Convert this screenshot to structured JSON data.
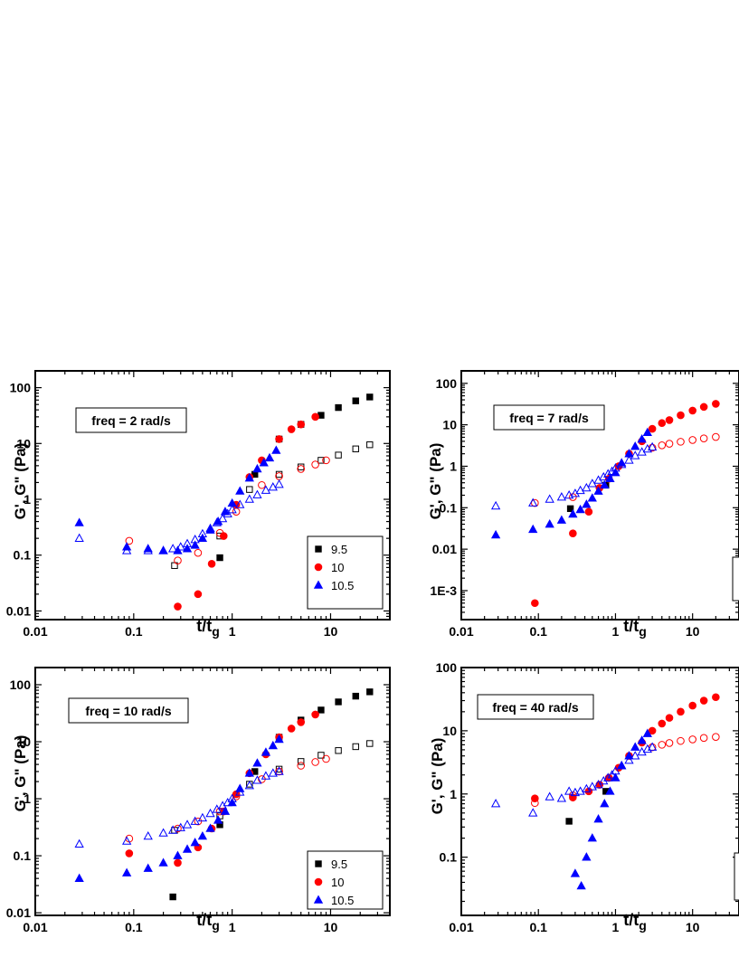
{
  "colors": {
    "s95": "#000000",
    "s10": "#ff0000",
    "s105": "#0000ff",
    "frame": "#000000"
  },
  "chart_data": [
    {
      "type": "scatter",
      "annotation": "freq = 2 rad/s",
      "xlabel": "t/t",
      "xlabel_sub": "g",
      "ylabel": "G', G\" (Pa)",
      "xscale": "log",
      "yscale": "log",
      "xlim": [
        0.01,
        40
      ],
      "ylim": [
        0.007,
        200
      ],
      "xticks": [
        {
          "v": 0.01,
          "label": "0.01"
        },
        {
          "v": 0.1,
          "label": "0.1"
        },
        {
          "v": 1,
          "label": "1"
        },
        {
          "v": 10,
          "label": "10"
        }
      ],
      "yticks": [
        {
          "v": 0.01,
          "label": "0.01"
        },
        {
          "v": 0.1,
          "label": "0.1"
        },
        {
          "v": 1,
          "label": "1"
        },
        {
          "v": 10,
          "label": "10"
        },
        {
          "v": 100,
          "label": "100"
        }
      ],
      "legend": {
        "position": "bottom-right",
        "entries": [
          "9.5",
          "10",
          "10.5"
        ]
      },
      "series": [
        {
          "name": "9.5",
          "marker": "square",
          "modulus": "G'",
          "color": "#000000",
          "filled": true,
          "x": [
            0.75,
            1.7,
            3,
            5,
            8,
            12,
            18,
            25
          ],
          "y": [
            0.09,
            2.8,
            12,
            22,
            32,
            44,
            58,
            68
          ]
        },
        {
          "name": "9.5",
          "marker": "square",
          "modulus": "G\"",
          "color": "#000000",
          "filled": false,
          "x": [
            0.26,
            0.75,
            1.5,
            3,
            5,
            8,
            12,
            18,
            25
          ],
          "y": [
            0.065,
            0.22,
            1.5,
            2.8,
            3.8,
            5,
            6.2,
            8,
            9.5
          ]
        },
        {
          "name": "10",
          "marker": "circle",
          "modulus": "G'",
          "color": "#ff0000",
          "filled": true,
          "x": [
            0.28,
            0.45,
            0.62,
            0.82,
            1.1,
            1.5,
            2,
            3,
            4,
            5,
            7
          ],
          "y": [
            0.012,
            0.02,
            0.07,
            0.22,
            0.8,
            2.5,
            5,
            12,
            18,
            22,
            30
          ]
        },
        {
          "name": "10",
          "marker": "circle",
          "modulus": "G\"",
          "color": "#ff0000",
          "filled": false,
          "x": [
            0.09,
            0.28,
            0.45,
            0.75,
            1.1,
            2,
            3,
            5,
            7,
            9
          ],
          "y": [
            0.18,
            0.08,
            0.11,
            0.25,
            0.6,
            1.8,
            2.6,
            3.5,
            4.2,
            5
          ]
        },
        {
          "name": "10.5",
          "marker": "triangle",
          "modulus": "G'",
          "color": "#0000ff",
          "filled": true,
          "x": [
            0.028,
            0.085,
            0.14,
            0.2,
            0.28,
            0.35,
            0.42,
            0.5,
            0.6,
            0.72,
            0.85,
            1,
            1.2,
            1.5,
            1.8,
            2.1,
            2.4,
            2.8
          ],
          "y": [
            0.38,
            0.14,
            0.13,
            0.12,
            0.12,
            0.13,
            0.15,
            0.2,
            0.28,
            0.4,
            0.6,
            0.85,
            1.4,
            2.4,
            3.5,
            4.5,
            5.5,
            7.5
          ]
        },
        {
          "name": "10.5",
          "marker": "triangle",
          "modulus": "G\"",
          "color": "#0000ff",
          "filled": false,
          "x": [
            0.028,
            0.085,
            0.14,
            0.2,
            0.25,
            0.3,
            0.35,
            0.42,
            0.5,
            0.6,
            0.7,
            0.8,
            0.9,
            1,
            1.2,
            1.5,
            1.8,
            2.2,
            2.6,
            3
          ],
          "y": [
            0.2,
            0.12,
            0.12,
            0.12,
            0.13,
            0.14,
            0.16,
            0.19,
            0.24,
            0.3,
            0.38,
            0.45,
            0.55,
            0.65,
            0.8,
            1,
            1.2,
            1.45,
            1.65,
            1.85
          ]
        }
      ]
    },
    {
      "type": "scatter",
      "annotation": "freq = 7 rad/s",
      "xlabel": "t/t",
      "xlabel_sub": "g",
      "ylabel": "G', G\" (Pa)",
      "xscale": "log",
      "yscale": "log",
      "xlim": [
        0.01,
        40
      ],
      "ylim": [
        0.0002,
        200
      ],
      "xticks": [
        {
          "v": 0.01,
          "label": "0.01"
        },
        {
          "v": 0.1,
          "label": "0.1"
        },
        {
          "v": 1,
          "label": "1"
        },
        {
          "v": 10,
          "label": "10"
        }
      ],
      "yticks": [
        {
          "v": 0.001,
          "label": "1E-3"
        },
        {
          "v": 0.01,
          "label": "0.01"
        },
        {
          "v": 0.1,
          "label": "0.1"
        },
        {
          "v": 1,
          "label": "1"
        },
        {
          "v": 10,
          "label": "10"
        },
        {
          "v": 100,
          "label": "100"
        }
      ],
      "legend": {
        "position": "bottom-right",
        "entries": []
      },
      "series": [
        {
          "name": "9.5",
          "marker": "square",
          "modulus": "G'",
          "color": "#000000",
          "filled": true,
          "x": [
            0.26,
            0.75
          ],
          "y": [
            0.095,
            0.35
          ]
        },
        {
          "name": "10",
          "marker": "circle",
          "modulus": "G'",
          "color": "#ff0000",
          "filled": true,
          "x": [
            0.09,
            0.28,
            0.45,
            0.62,
            0.82,
            1.1,
            1.5,
            2.2,
            3,
            4,
            5,
            7,
            10,
            14,
            20
          ],
          "y": [
            0.0005,
            0.024,
            0.08,
            0.3,
            0.5,
            1,
            2,
            4,
            8,
            11,
            13,
            17,
            22,
            27,
            32
          ]
        },
        {
          "name": "10",
          "marker": "circle",
          "modulus": "G\"",
          "color": "#ff0000",
          "filled": false,
          "x": [
            0.09,
            0.28,
            3,
            4,
            5,
            7,
            10,
            14,
            20
          ],
          "y": [
            0.13,
            0.18,
            2.8,
            3.2,
            3.5,
            3.9,
            4.3,
            4.7,
            5.1
          ]
        },
        {
          "name": "10.5",
          "marker": "triangle",
          "modulus": "G'",
          "color": "#0000ff",
          "filled": true,
          "x": [
            0.028,
            0.085,
            0.14,
            0.2,
            0.28,
            0.35,
            0.42,
            0.5,
            0.6,
            0.72,
            0.85,
            1,
            1.2,
            1.5,
            1.8,
            2.2,
            2.6
          ],
          "y": [
            0.022,
            0.03,
            0.04,
            0.05,
            0.07,
            0.09,
            0.12,
            0.17,
            0.25,
            0.35,
            0.5,
            0.7,
            1.2,
            2,
            3,
            4.5,
            6.5
          ]
        },
        {
          "name": "10.5",
          "marker": "triangle",
          "modulus": "G\"",
          "color": "#0000ff",
          "filled": false,
          "x": [
            0.028,
            0.085,
            0.14,
            0.2,
            0.25,
            0.3,
            0.35,
            0.42,
            0.5,
            0.6,
            0.7,
            0.8,
            0.9,
            1,
            1.2,
            1.5,
            1.8,
            2.2,
            2.6,
            3
          ],
          "y": [
            0.11,
            0.13,
            0.16,
            0.18,
            0.2,
            0.22,
            0.26,
            0.3,
            0.38,
            0.46,
            0.55,
            0.65,
            0.75,
            0.9,
            1.1,
            1.4,
            1.8,
            2.2,
            2.6,
            2.9
          ]
        }
      ]
    },
    {
      "type": "scatter",
      "annotation": "freq = 10 rad/s",
      "xlabel": "t/t",
      "xlabel_sub": "g",
      "ylabel": "G', G\" (Pa)",
      "xscale": "log",
      "yscale": "log",
      "xlim": [
        0.01,
        40
      ],
      "ylim": [
        0.009,
        200
      ],
      "xticks": [
        {
          "v": 0.01,
          "label": "0.01"
        },
        {
          "v": 0.1,
          "label": "0.1"
        },
        {
          "v": 1,
          "label": "1"
        },
        {
          "v": 10,
          "label": "10"
        }
      ],
      "yticks": [
        {
          "v": 0.01,
          "label": "0.01"
        },
        {
          "v": 0.1,
          "label": "0.1"
        },
        {
          "v": 1,
          "label": "1"
        },
        {
          "v": 10,
          "label": "10"
        },
        {
          "v": 100,
          "label": "100"
        }
      ],
      "legend": {
        "position": "bottom-right",
        "entries": [
          "9.5",
          "10",
          "10.5"
        ]
      },
      "series": [
        {
          "name": "9.5",
          "marker": "square",
          "modulus": "G'",
          "color": "#000000",
          "filled": true,
          "x": [
            0.25,
            0.75,
            1.7,
            3,
            5,
            8,
            12,
            18,
            25
          ],
          "y": [
            0.019,
            0.35,
            3,
            12,
            24,
            36,
            50,
            63,
            75
          ]
        },
        {
          "name": "9.5",
          "marker": "square",
          "modulus": "G\"",
          "color": "#000000",
          "filled": false,
          "x": [
            0.26,
            0.75,
            1.5,
            3,
            5,
            8,
            12,
            18,
            25
          ],
          "y": [
            0.28,
            0.5,
            1.8,
            3.3,
            4.5,
            5.8,
            7,
            8.2,
            9.3
          ]
        },
        {
          "name": "10",
          "marker": "circle",
          "modulus": "G'",
          "color": "#ff0000",
          "filled": true,
          "x": [
            0.09,
            0.28,
            0.45,
            0.62,
            0.82,
            1.1,
            1.5,
            2.2,
            3,
            4,
            5,
            7
          ],
          "y": [
            0.11,
            0.075,
            0.14,
            0.3,
            0.6,
            1.2,
            2.8,
            6,
            12,
            17,
            22,
            30
          ]
        },
        {
          "name": "10",
          "marker": "circle",
          "modulus": "G\"",
          "color": "#ff0000",
          "filled": false,
          "x": [
            0.09,
            0.28,
            0.45,
            0.75,
            1.1,
            2,
            3,
            5,
            7,
            9
          ],
          "y": [
            0.2,
            0.3,
            0.4,
            0.6,
            1.1,
            2.2,
            3,
            3.8,
            4.4,
            5
          ]
        },
        {
          "name": "10.5",
          "marker": "triangle",
          "modulus": "G'",
          "color": "#0000ff",
          "filled": true,
          "x": [
            0.028,
            0.085,
            0.14,
            0.2,
            0.28,
            0.35,
            0.42,
            0.5,
            0.6,
            0.72,
            0.85,
            1,
            1.2,
            1.5,
            1.8,
            2.2,
            2.6,
            3
          ],
          "y": [
            0.04,
            0.05,
            0.06,
            0.075,
            0.1,
            0.13,
            0.17,
            0.22,
            0.3,
            0.42,
            0.6,
            0.85,
            1.5,
            2.8,
            4.2,
            6.5,
            8.5,
            11
          ]
        },
        {
          "name": "10.5",
          "marker": "triangle",
          "modulus": "G\"",
          "color": "#0000ff",
          "filled": false,
          "x": [
            0.028,
            0.085,
            0.14,
            0.2,
            0.25,
            0.3,
            0.35,
            0.42,
            0.5,
            0.6,
            0.7,
            0.8,
            0.9,
            1,
            1.2,
            1.5,
            1.8,
            2.2,
            2.6,
            3
          ],
          "y": [
            0.16,
            0.18,
            0.22,
            0.25,
            0.28,
            0.31,
            0.35,
            0.4,
            0.46,
            0.55,
            0.65,
            0.75,
            0.85,
            1,
            1.3,
            1.7,
            2.1,
            2.5,
            2.8,
            3
          ]
        }
      ]
    },
    {
      "type": "scatter",
      "annotation": "freq = 40 rad/s",
      "xlabel": "t/t",
      "xlabel_sub": "g",
      "ylabel": "G', G\" (Pa)",
      "xscale": "log",
      "yscale": "log",
      "xlim": [
        0.01,
        40
      ],
      "ylim": [
        0.012,
        100
      ],
      "xticks": [
        {
          "v": 0.01,
          "label": "0.01"
        },
        {
          "v": 0.1,
          "label": "0.1"
        },
        {
          "v": 1,
          "label": "1"
        },
        {
          "v": 10,
          "label": "10"
        }
      ],
      "yticks": [
        {
          "v": 0.1,
          "label": "0.1"
        },
        {
          "v": 1,
          "label": "1"
        },
        {
          "v": 10,
          "label": "10"
        },
        {
          "v": 100,
          "label": "100"
        }
      ],
      "legend": {
        "position": "bottom-right",
        "entries": []
      },
      "series": [
        {
          "name": "9.5",
          "marker": "square",
          "modulus": "G'",
          "color": "#000000",
          "filled": true,
          "x": [
            0.25,
            0.75
          ],
          "y": [
            0.37,
            1.1
          ]
        },
        {
          "name": "10",
          "marker": "circle",
          "modulus": "G'",
          "color": "#ff0000",
          "filled": true,
          "x": [
            0.09,
            0.28,
            0.45,
            0.62,
            0.82,
            1.1,
            1.5,
            2.2,
            3,
            4,
            5,
            7,
            10,
            14,
            20
          ],
          "y": [
            0.85,
            0.88,
            1.1,
            1.4,
            1.8,
            2.6,
            4,
            6.5,
            10,
            13,
            16,
            20,
            25,
            30,
            34
          ]
        },
        {
          "name": "10",
          "marker": "circle",
          "modulus": "G\"",
          "color": "#ff0000",
          "filled": false,
          "x": [
            0.09,
            0.28,
            3,
            4,
            5,
            7,
            10,
            14,
            20
          ],
          "y": [
            0.72,
            0.95,
            5.5,
            6,
            6.4,
            6.9,
            7.3,
            7.7,
            8
          ]
        },
        {
          "name": "10.5",
          "marker": "triangle",
          "modulus": "G'",
          "color": "#0000ff",
          "filled": true,
          "x": [
            0.3,
            0.36,
            0.42,
            0.5,
            0.6,
            0.72,
            0.85,
            1,
            1.2,
            1.5,
            1.8,
            2.2,
            2.6
          ],
          "y": [
            0.055,
            0.035,
            0.1,
            0.2,
            0.4,
            0.7,
            1.1,
            1.8,
            2.8,
            4,
            5.5,
            7,
            9
          ]
        },
        {
          "name": "10.5",
          "marker": "triangle",
          "modulus": "G\"",
          "color": "#0000ff",
          "filled": false,
          "x": [
            0.028,
            0.085,
            0.14,
            0.2,
            0.25,
            0.3,
            0.35,
            0.42,
            0.5,
            0.6,
            0.7,
            0.8,
            0.9,
            1,
            1.2,
            1.5,
            1.8,
            2.2,
            2.6,
            3
          ],
          "y": [
            0.7,
            0.5,
            0.9,
            0.85,
            1.1,
            1.05,
            1.1,
            1.2,
            1.3,
            1.4,
            1.6,
            1.8,
            2,
            2.3,
            2.8,
            3.4,
            4,
            4.6,
            5.1,
            5.5
          ]
        }
      ]
    }
  ]
}
